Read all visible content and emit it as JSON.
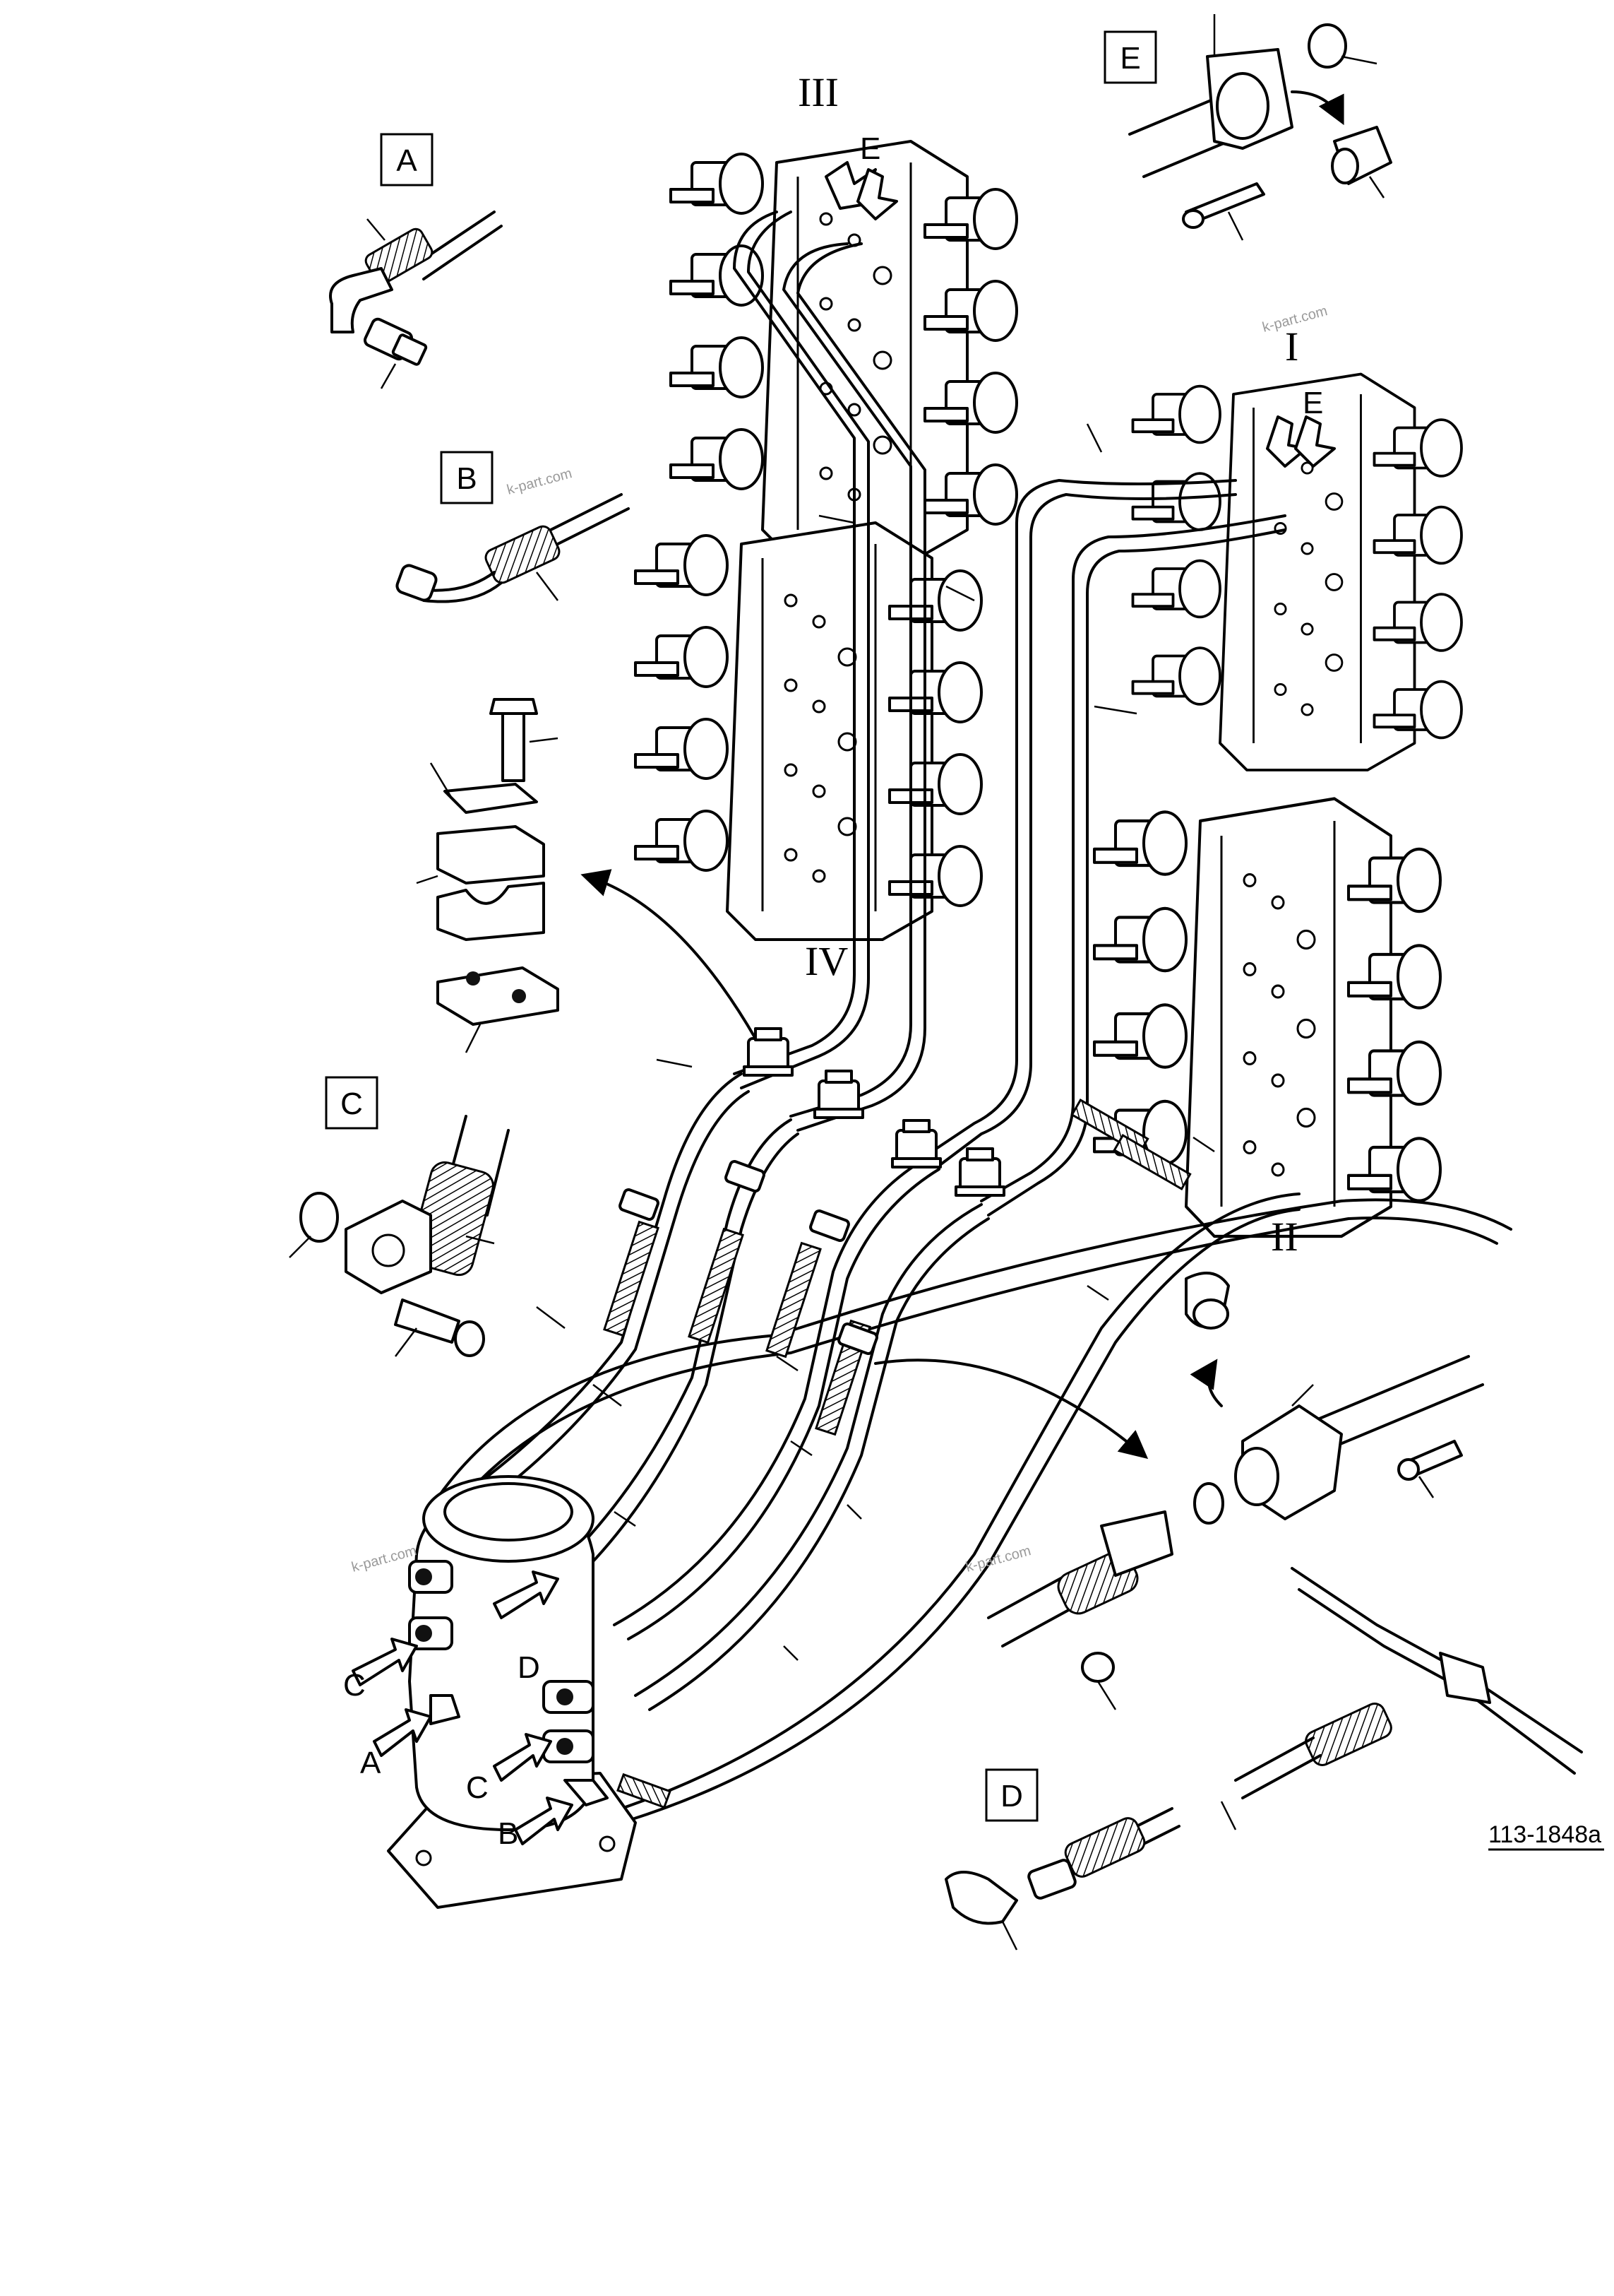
{
  "callouts": {
    "A": "A",
    "B": "B",
    "C": "C",
    "D": "D",
    "E": "E"
  },
  "pointer_labels": {
    "a": "A",
    "b": "B",
    "c1": "C",
    "c2": "C",
    "d": "D",
    "e1": "E",
    "e2": "E"
  },
  "valve_sections": {
    "s1": "I",
    "s2": "II",
    "s3": "III",
    "s4": "IV"
  },
  "drawing_ref": "113-1848a",
  "watermark": "k-part.com"
}
